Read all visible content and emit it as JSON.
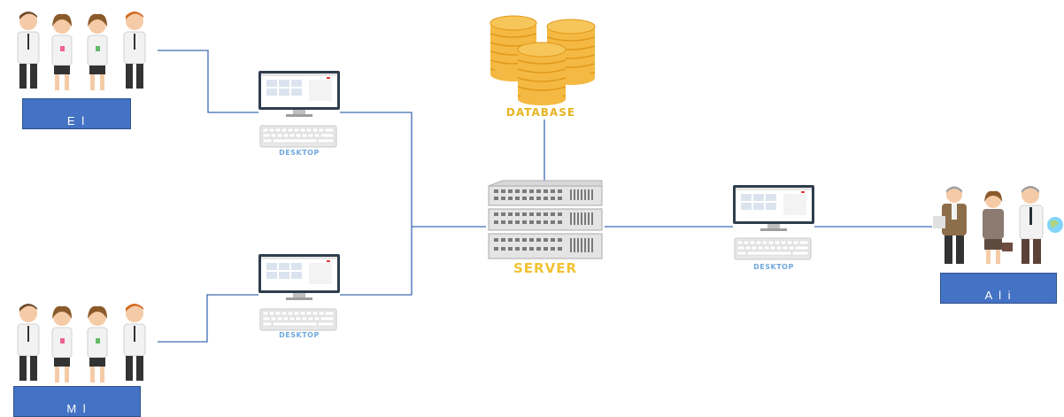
{
  "nodes": {
    "group_top_left": {
      "label": "E  l",
      "kind": "people-group"
    },
    "group_bottom_left": {
      "label": "M  l",
      "kind": "people-group"
    },
    "group_right": {
      "label": "A  l  i",
      "kind": "people-group"
    },
    "desktop_top": {
      "caption": "DESKTOP"
    },
    "desktop_bottom": {
      "caption": "DESKTOP"
    },
    "desktop_right": {
      "caption": "DESKTOP"
    },
    "server": {
      "caption": "SERVER"
    },
    "database": {
      "caption": "DATABASE"
    }
  },
  "colors": {
    "line": "#3d6bb3",
    "label_box": "#4472c4",
    "desktop_caption": "#6fa8dc",
    "server_caption": "#f1c232",
    "database_coin": "#f4b942"
  },
  "icons": [
    "people-group-icon",
    "desktop-icon",
    "server-rack-icon",
    "database-coins-icon"
  ]
}
